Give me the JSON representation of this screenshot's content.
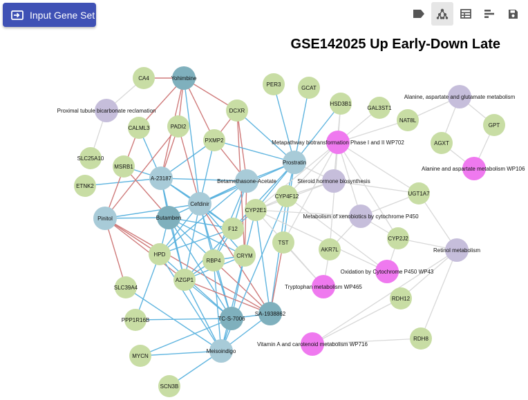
{
  "header": {
    "input_button_label": "Input Gene Set",
    "input_icon": "input-icon",
    "title": "GSE142025 Up Early-Down Late"
  },
  "toolbar": [
    {
      "name": "label-tool",
      "icon": "label-icon",
      "active": false
    },
    {
      "name": "network-tool",
      "icon": "network-icon",
      "active": true
    },
    {
      "name": "table-tool",
      "icon": "table-icon",
      "active": false
    },
    {
      "name": "bar-chart-tool",
      "icon": "bar-chart-icon",
      "active": false
    },
    {
      "name": "save-tool",
      "icon": "save-icon",
      "active": false
    }
  ],
  "colors": {
    "gene": "#c8dda4",
    "drug_light": "#a8cbd8",
    "drug_dark": "#7fb0bd",
    "pathway": "#c6bedb",
    "wikipathway": "#ef79ef",
    "edge_blue": "#5eb4df",
    "edge_red": "#cf7a7a",
    "edge_gray": "#d8d8d8",
    "button": "#3f51b5"
  },
  "network": {
    "nodes": [
      {
        "id": "CA4",
        "label": "CA4",
        "type": "gene"
      },
      {
        "id": "Yohimbine",
        "label": "Yohimbine",
        "type": "drug_dark"
      },
      {
        "id": "ProxTub",
        "label": "Proximal tubule bicarbonate reclamation",
        "type": "pathway"
      },
      {
        "id": "CALML3",
        "label": "CALML3",
        "type": "gene"
      },
      {
        "id": "PADI2",
        "label": "PADI2",
        "type": "gene"
      },
      {
        "id": "DCXR",
        "label": "DCXR",
        "type": "gene"
      },
      {
        "id": "PXMP2",
        "label": "PXMP2",
        "type": "gene"
      },
      {
        "id": "SLC25A10",
        "label": "SLC25A10",
        "type": "gene"
      },
      {
        "id": "MSRB1",
        "label": "MSRB1",
        "type": "gene"
      },
      {
        "id": "ETNK2",
        "label": "ETNK2",
        "type": "gene"
      },
      {
        "id": "A23187",
        "label": "A-23187",
        "type": "drug_light"
      },
      {
        "id": "Betameth",
        "label": "Betamethasone-Acetate",
        "type": "drug_light"
      },
      {
        "id": "Pinitol",
        "label": "Pinitol",
        "type": "drug_light"
      },
      {
        "id": "Butamben",
        "label": "Butamben",
        "type": "drug_dark"
      },
      {
        "id": "Cefdinir",
        "label": "Cefdinir",
        "type": "drug_light"
      },
      {
        "id": "F12",
        "label": "F12",
        "type": "gene"
      },
      {
        "id": "HPD",
        "label": "HPD",
        "type": "gene"
      },
      {
        "id": "RBP4",
        "label": "RBP4",
        "type": "gene"
      },
      {
        "id": "CRYM",
        "label": "CRYM",
        "type": "gene"
      },
      {
        "id": "AZGP1",
        "label": "AZGP1",
        "type": "gene"
      },
      {
        "id": "SLC39A4",
        "label": "SLC39A4",
        "type": "gene"
      },
      {
        "id": "PPP1R16B",
        "label": "PPP1R16B",
        "type": "gene"
      },
      {
        "id": "TCS7006",
        "label": "TC-S-7006",
        "type": "drug_dark"
      },
      {
        "id": "SA1938862",
        "label": "SA-1938862",
        "type": "drug_dark"
      },
      {
        "id": "MYCN",
        "label": "MYCN",
        "type": "gene"
      },
      {
        "id": "Meisoindigo",
        "label": "Meisoindigo",
        "type": "drug_light"
      },
      {
        "id": "SCN3B",
        "label": "SCN3B",
        "type": "gene"
      },
      {
        "id": "PER3",
        "label": "PER3",
        "type": "gene"
      },
      {
        "id": "GCAT",
        "label": "GCAT",
        "type": "gene"
      },
      {
        "id": "HSD3B1",
        "label": "HSD3B1",
        "type": "gene"
      },
      {
        "id": "GAL3ST1",
        "label": "GAL3ST1",
        "type": "gene"
      },
      {
        "id": "NAT8L",
        "label": "NAT8L",
        "type": "gene"
      },
      {
        "id": "AlaAspGlu",
        "label": "Alanine, aspartate and glutamate metabolism",
        "type": "pathway"
      },
      {
        "id": "GPT",
        "label": "GPT",
        "type": "gene"
      },
      {
        "id": "AGXT",
        "label": "AGXT",
        "type": "gene"
      },
      {
        "id": "AlaAspWP",
        "label": "Alanine and aspartate metabolism WP106",
        "type": "wikipathway"
      },
      {
        "id": "MetaBio",
        "label": "Metapathway biotransformation Phase I and II WP702",
        "type": "wikipathway"
      },
      {
        "id": "Prostratin",
        "label": "Prostratin",
        "type": "drug_light"
      },
      {
        "id": "Steroid",
        "label": "Steroid hormone biosynthesis",
        "type": "pathway"
      },
      {
        "id": "CYP4F12",
        "label": "CYP4F12",
        "type": "gene"
      },
      {
        "id": "CYP2E1",
        "label": "CYP2E1",
        "type": "gene"
      },
      {
        "id": "UGT1A7",
        "label": "UGT1A7",
        "type": "gene"
      },
      {
        "id": "Xeno",
        "label": "Metabolism of xenobiotics by cytochrome P450",
        "type": "pathway"
      },
      {
        "id": "TST",
        "label": "TST",
        "type": "gene"
      },
      {
        "id": "CYP2J2",
        "label": "CYP2J2",
        "type": "gene"
      },
      {
        "id": "AKR7L",
        "label": "AKR7L",
        "type": "gene"
      },
      {
        "id": "Retinol",
        "label": "Retinol metabolism",
        "type": "pathway"
      },
      {
        "id": "OxCyp",
        "label": "Oxidation by Cytochrome P450 WP43",
        "type": "wikipathway"
      },
      {
        "id": "TrypWP",
        "label": "Tryptophan metabolism WP465",
        "type": "wikipathway"
      },
      {
        "id": "RDH12",
        "label": "RDH12",
        "type": "gene"
      },
      {
        "id": "RDH8",
        "label": "RDH8",
        "type": "gene"
      },
      {
        "id": "VitA",
        "label": "Vitamin A and carotenoid metabolism WP716",
        "type": "wikipathway"
      }
    ],
    "edges": [
      [
        "CA4",
        "ProxTub",
        "gray"
      ],
      [
        "ProxTub",
        "SLC25A10",
        "gray"
      ],
      [
        "Yohimbine",
        "CA4",
        "red"
      ],
      [
        "Yohimbine",
        "CALML3",
        "red"
      ],
      [
        "Yohimbine",
        "PADI2",
        "red"
      ],
      [
        "Yohimbine",
        "DCXR",
        "red"
      ],
      [
        "Yohimbine",
        "PXMP2",
        "red"
      ],
      [
        "Yohimbine",
        "A23187",
        "red"
      ],
      [
        "Yohimbine",
        "Cefdinir",
        "blue"
      ],
      [
        "A23187",
        "CALML3",
        "blue"
      ],
      [
        "A23187",
        "MSRB1",
        "blue"
      ],
      [
        "A23187",
        "ETNK2",
        "blue"
      ],
      [
        "A23187",
        "PXMP2",
        "blue"
      ],
      [
        "A23187",
        "Betameth",
        "blue"
      ],
      [
        "A23187",
        "Butamben",
        "blue"
      ],
      [
        "A23187",
        "Cefdinir",
        "blue"
      ],
      [
        "A23187",
        "F12",
        "blue"
      ],
      [
        "A23187",
        "AZGP1",
        "blue"
      ],
      [
        "A23187",
        "PADI2",
        "red"
      ],
      [
        "Betameth",
        "DCXR",
        "red"
      ],
      [
        "Betameth",
        "PXMP2",
        "red"
      ],
      [
        "Betameth",
        "Cefdinir",
        "blue"
      ],
      [
        "Betameth",
        "Prostratin",
        "blue"
      ],
      [
        "Betameth",
        "Butamben",
        "blue"
      ],
      [
        "Betameth",
        "F12",
        "blue"
      ],
      [
        "Betameth",
        "CRYM",
        "red"
      ],
      [
        "Betameth",
        "HPD",
        "blue"
      ],
      [
        "Betameth",
        "RBP4",
        "blue"
      ],
      [
        "Pinitol",
        "Butamben",
        "blue"
      ],
      [
        "Pinitol",
        "CALML3",
        "red"
      ],
      [
        "Pinitol",
        "PADI2",
        "red"
      ],
      [
        "Pinitol",
        "HPD",
        "red"
      ],
      [
        "Pinitol",
        "AZGP1",
        "red"
      ],
      [
        "Pinitol",
        "SLC39A4",
        "red"
      ],
      [
        "Pinitol",
        "SA1938862",
        "red"
      ],
      [
        "Pinitol",
        "Cefdinir",
        "blue"
      ],
      [
        "Butamben",
        "HPD",
        "blue"
      ],
      [
        "Butamben",
        "AZGP1",
        "blue"
      ],
      [
        "Butamben",
        "RBP4",
        "blue"
      ],
      [
        "Butamben",
        "CRYM",
        "blue"
      ],
      [
        "Butamben",
        "TCS7006",
        "blue"
      ],
      [
        "Butamben",
        "MSRB1",
        "red"
      ],
      [
        "Butamben",
        "F12",
        "blue"
      ],
      [
        "Cefdinir",
        "F12",
        "blue"
      ],
      [
        "Cefdinir",
        "RBP4",
        "blue"
      ],
      [
        "Cefdinir",
        "CRYM",
        "blue"
      ],
      [
        "Cefdinir",
        "HPD",
        "blue"
      ],
      [
        "Cefdinir",
        "AZGP1",
        "blue"
      ],
      [
        "Cefdinir",
        "PXMP2",
        "blue"
      ],
      [
        "Cefdinir",
        "PADI2",
        "red"
      ],
      [
        "Cefdinir",
        "TCS7006",
        "blue"
      ],
      [
        "Cefdinir",
        "SA1938862",
        "red"
      ],
      [
        "Prostratin",
        "PER3",
        "blue"
      ],
      [
        "Prostratin",
        "GCAT",
        "blue"
      ],
      [
        "Prostratin",
        "PXMP2",
        "blue"
      ],
      [
        "Prostratin",
        "CYP4F12",
        "blue"
      ],
      [
        "Prostratin",
        "CYP2E1",
        "blue"
      ],
      [
        "Prostratin",
        "F12",
        "blue"
      ],
      [
        "Prostratin",
        "HSD3B1",
        "blue"
      ],
      [
        "Prostratin",
        "TST",
        "blue"
      ],
      [
        "Prostratin",
        "Cefdinir",
        "blue"
      ],
      [
        "DCXR",
        "PXMP2",
        "red"
      ],
      [
        "DCXR",
        "Prostratin",
        "blue"
      ],
      [
        "DCXR",
        "CRYM",
        "red"
      ],
      [
        "F12",
        "HPD",
        "blue"
      ],
      [
        "F12",
        "RBP4",
        "blue"
      ],
      [
        "F12",
        "AZGP1",
        "blue"
      ],
      [
        "CRYM",
        "AZGP1",
        "blue"
      ],
      [
        "CRYM",
        "TCS7006",
        "blue"
      ],
      [
        "CRYM",
        "RBP4",
        "blue"
      ],
      [
        "RBP4",
        "AZGP1",
        "blue"
      ],
      [
        "RBP4",
        "TCS7006",
        "blue"
      ],
      [
        "RBP4",
        "SA1938862",
        "red"
      ],
      [
        "RBP4",
        "Meisoindigo",
        "blue"
      ],
      [
        "HPD",
        "PPP1R16B",
        "blue"
      ],
      [
        "HPD",
        "TCS7006",
        "blue"
      ],
      [
        "HPD",
        "Meisoindigo",
        "blue"
      ],
      [
        "AZGP1",
        "Meisoindigo",
        "blue"
      ],
      [
        "AZGP1",
        "TCS7006",
        "blue"
      ],
      [
        "AZGP1",
        "SA1938862",
        "red"
      ],
      [
        "SLC39A4",
        "Meisoindigo",
        "blue"
      ],
      [
        "TCS7006",
        "SA1938862",
        "blue"
      ],
      [
        "TCS7006",
        "MYCN",
        "blue"
      ],
      [
        "TCS7006",
        "Meisoindigo",
        "blue"
      ],
      [
        "TCS7006",
        "PPP1R16B",
        "blue"
      ],
      [
        "SA1938862",
        "CYP2E1",
        "blue"
      ],
      [
        "SA1938862",
        "CYP4F12",
        "blue"
      ],
      [
        "SA1938862",
        "TST",
        "red"
      ],
      [
        "SA1938862",
        "Meisoindigo",
        "blue"
      ],
      [
        "Meisoindigo",
        "MYCN",
        "blue"
      ],
      [
        "Meisoindigo",
        "SCN3B",
        "blue"
      ],
      [
        "Meisoindigo",
        "CYP2E1",
        "blue"
      ],
      [
        "Meisoindigo",
        "CYP4F12",
        "blue"
      ],
      [
        "CYP2E1",
        "CYP4F12",
        "gray"
      ],
      [
        "CYP2E1",
        "MetaBio",
        "gray"
      ],
      [
        "CYP2E1",
        "Steroid",
        "gray"
      ],
      [
        "CYP2E1",
        "Xeno",
        "gray"
      ],
      [
        "CYP2E1",
        "TrypWP",
        "gray"
      ],
      [
        "CYP2E1",
        "OxCyp",
        "gray"
      ],
      [
        "CYP2E1",
        "F12",
        "blue"
      ],
      [
        "CYP4F12",
        "MetaBio",
        "gray"
      ],
      [
        "CYP4F12",
        "Steroid",
        "gray"
      ],
      [
        "CYP4F12",
        "OxCyp",
        "gray"
      ],
      [
        "HSD3B1",
        "MetaBio",
        "gray"
      ],
      [
        "HSD3B1",
        "Steroid",
        "gray"
      ],
      [
        "GAL3ST1",
        "MetaBio",
        "gray"
      ],
      [
        "NAT8L",
        "MetaBio",
        "gray"
      ],
      [
        "NAT8L",
        "AlaAspGlu",
        "gray"
      ],
      [
        "AlaAspGlu",
        "GPT",
        "gray"
      ],
      [
        "AlaAspGlu",
        "AGXT",
        "gray"
      ],
      [
        "GPT",
        "AlaAspWP",
        "gray"
      ],
      [
        "AGXT",
        "AlaAspWP",
        "gray"
      ],
      [
        "MetaBio",
        "UGT1A7",
        "gray"
      ],
      [
        "MetaBio",
        "Xeno",
        "gray"
      ],
      [
        "MetaBio",
        "CYP2J2",
        "gray"
      ],
      [
        "MetaBio",
        "TST",
        "gray"
      ],
      [
        "MetaBio",
        "AKR7L",
        "gray"
      ],
      [
        "Steroid",
        "UGT1A7",
        "gray"
      ],
      [
        "Xeno",
        "UGT1A7",
        "gray"
      ],
      [
        "Xeno",
        "AKR7L",
        "gray"
      ],
      [
        "Xeno",
        "CYP2J2",
        "gray"
      ],
      [
        "UGT1A7",
        "Retinol",
        "gray"
      ],
      [
        "Retinol",
        "RDH12",
        "gray"
      ],
      [
        "Retinol",
        "RDH8",
        "gray"
      ],
      [
        "Retinol",
        "CYP2J2",
        "gray"
      ],
      [
        "CYP2J2",
        "OxCyp",
        "gray"
      ],
      [
        "TST",
        "TrypWP",
        "gray"
      ],
      [
        "AKR7L",
        "TrypWP",
        "gray"
      ],
      [
        "RDH12",
        "VitA",
        "gray"
      ],
      [
        "RDH8",
        "VitA",
        "gray"
      ],
      [
        "Retinol",
        "VitA",
        "gray"
      ],
      [
        "Prostratin",
        "Steroid",
        "gray"
      ]
    ]
  }
}
